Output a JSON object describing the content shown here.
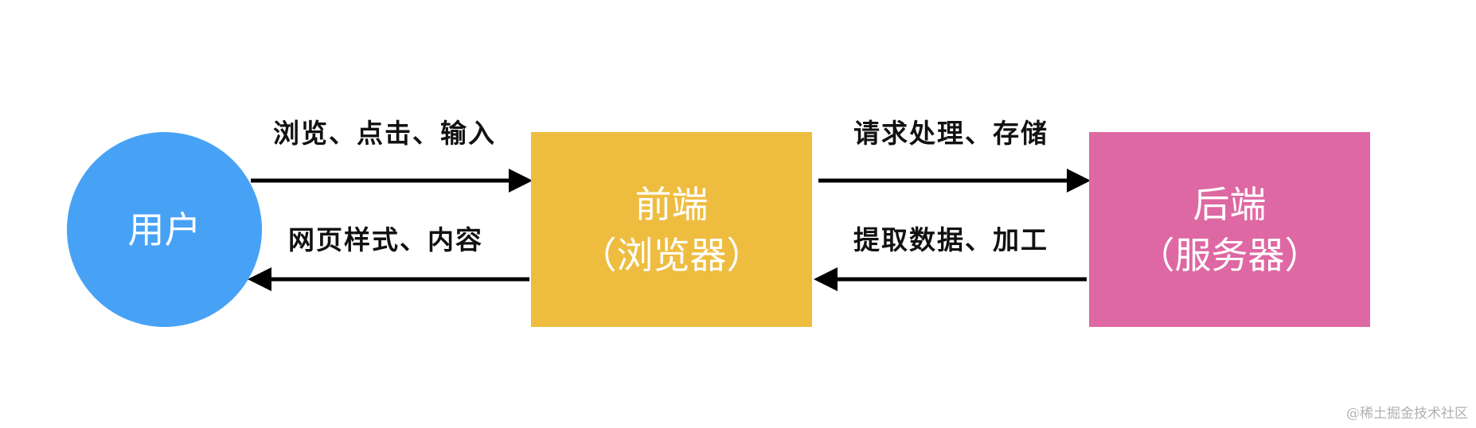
{
  "diagram": {
    "nodes": {
      "user": {
        "label": "用户",
        "color": "#47A2F6"
      },
      "frontend": {
        "label": "前端",
        "sublabel": "（浏览器）",
        "color": "#EEBD40"
      },
      "backend": {
        "label": "后端",
        "sublabel": "（服务器）",
        "color": "#DE68A3"
      }
    },
    "edges": [
      {
        "from": "user",
        "to": "frontend",
        "label": "浏览、点击、输入"
      },
      {
        "from": "frontend",
        "to": "user",
        "label": "网页样式、内容"
      },
      {
        "from": "frontend",
        "to": "backend",
        "label": "请求处理、存储"
      },
      {
        "from": "backend",
        "to": "frontend",
        "label": "提取数据、加工"
      }
    ],
    "arrow_color": "#000000"
  },
  "watermark": "@稀土掘金技术社区"
}
